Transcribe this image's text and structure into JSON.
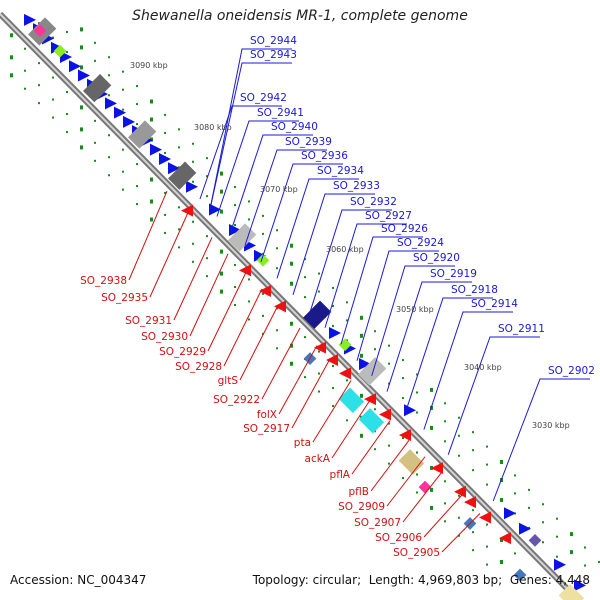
{
  "title": "Shewanella oneidensis MR-1, complete genome",
  "footer": {
    "accession_label": "Accession:",
    "accession": "NC_004347",
    "topology_label": "Topology:",
    "topology": "circular",
    "length_label": "Length:",
    "length": "4,969,803 bp",
    "genes_label": "Genes:",
    "genes": "4,448"
  },
  "colors": {
    "backbone": "#8a8a8a",
    "forward_cds": "#0a12e6",
    "reverse_cds": "#f01010",
    "forward_label": "#1a1ad6",
    "reverse_label": "#d01010",
    "ruler_ticks": "#1a8a1a"
  },
  "scale_labels": [
    "3090 kbp",
    "3080 kbp",
    "3070 kbp",
    "3060 kbp",
    "3050 kbp",
    "3040 kbp",
    "3030 kbp"
  ],
  "forward_labels": [
    "SO_2944",
    "SO_2943",
    "SO_2942",
    "SO_2941",
    "SO_2940",
    "SO_2939",
    "SO_2936",
    "SO_2934",
    "SO_2933",
    "SO_2932",
    "SO_2927",
    "SO_2926",
    "SO_2924",
    "SO_2920",
    "SO_2919",
    "SO_2918",
    "SO_2914",
    "SO_2911",
    "SO_2902"
  ],
  "reverse_labels": [
    "SO_2938",
    "SO_2935",
    "SO_2931",
    "SO_2930",
    "SO_2929",
    "SO_2928",
    "gltS",
    "SO_2922",
    "folX",
    "SO_2917",
    "pta",
    "ackA",
    "pflA",
    "pflB",
    "SO_2909",
    "SO_2907",
    "SO_2906",
    "SO_2905"
  ]
}
